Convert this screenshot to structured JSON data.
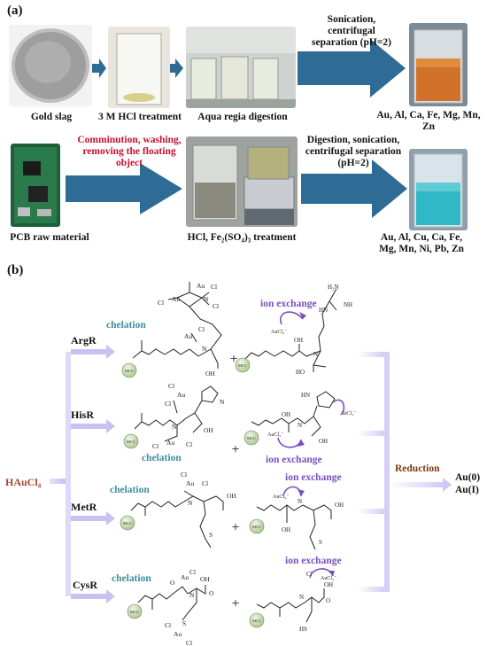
{
  "panel_a": {
    "label": "(a)",
    "row1": {
      "gold_slag": "Gold slag",
      "hcl_treatment": "3 M HCl treatment",
      "aqua_regia": "Aqua regia digestion",
      "sonication": [
        "Sonication,",
        "centrifugal",
        "separation (pH=2)"
      ],
      "elements": [
        "Au, Al, Ca, Fe, Mg, Mn,",
        "Zn"
      ]
    },
    "row2": {
      "pcb": "PCB raw material",
      "comminution": [
        "Comminution, washing,",
        "removing the floating",
        "object"
      ],
      "hcl_fe": "HCl, Fe₂(SO₄)₃ treatment",
      "digestion": [
        "Digestion, sonication,",
        "centrifugal separation",
        "(pH=2)"
      ],
      "elements": [
        "Au, Al, Cu, Ca, Fe,",
        "Mg, Mn, Ni, Pb, Zn"
      ]
    }
  },
  "panel_b": {
    "label": "(b)",
    "reagent": "HAuCl₄",
    "reduction": "Reduction",
    "products": [
      "Au(0)",
      "Au(I)"
    ],
    "resins": [
      "ArgR",
      "HisR",
      "MetR",
      "CysR"
    ],
    "chelation": "chelation",
    "ion_exchange": "ion exchange",
    "aucl4": "AuCl₄⁻",
    "mcc": "MCC",
    "plus": "+"
  },
  "colors": {
    "arrow_blue": "#2e6b95",
    "chelation_teal": "#3f8f9a",
    "ion_exchange_purple": "#7a4fc0",
    "reduction_brown": "#7a3b12",
    "hau_red": "#a8452b",
    "flow_lavender": "#c7c2f0"
  }
}
